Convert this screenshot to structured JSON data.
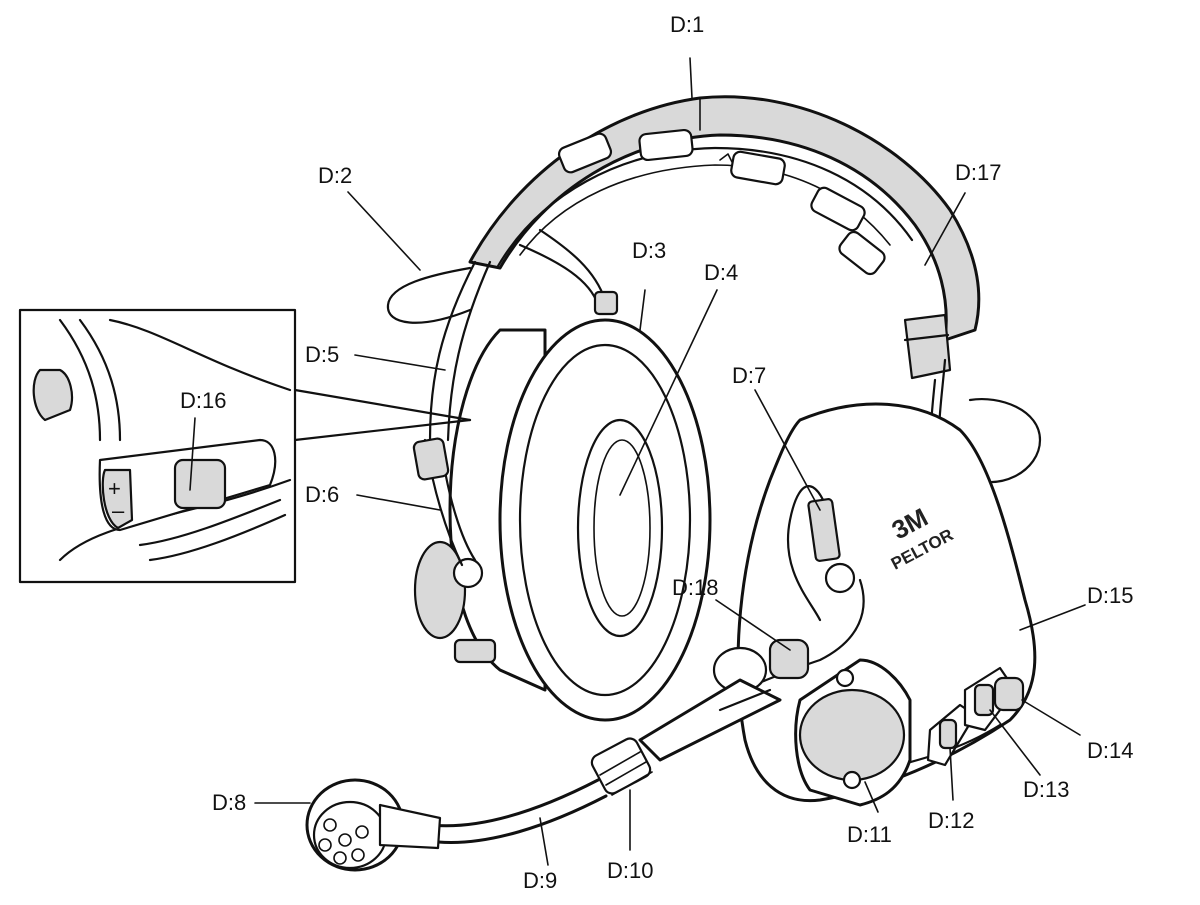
{
  "callouts": {
    "d1": "D:1",
    "d2": "D:2",
    "d3": "D:3",
    "d4": "D:4",
    "d5": "D:5",
    "d6": "D:6",
    "d7": "D:7",
    "d8": "D:8",
    "d9": "D:9",
    "d10": "D:10",
    "d11": "D:11",
    "d12": "D:12",
    "d13": "D:13",
    "d14": "D:14",
    "d15": "D:15",
    "d16": "D:16",
    "d17": "D:17",
    "d18": "D:18"
  },
  "brand": {
    "logo": "3M",
    "product": "PELTOR"
  },
  "inset": {
    "plus_sign": "+",
    "minus_sign": "–"
  }
}
